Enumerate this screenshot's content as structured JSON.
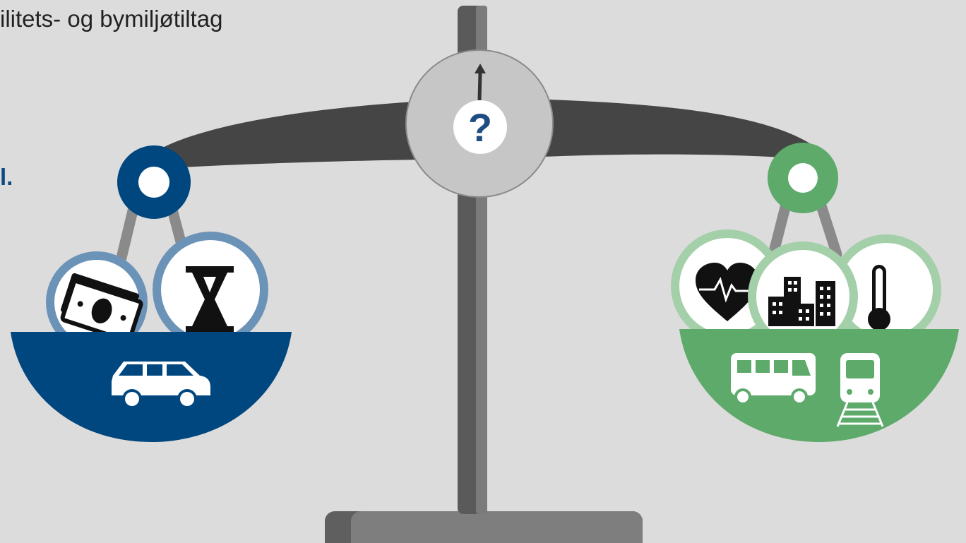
{
  "header": {
    "title_fragment": "ilitets- og bymiljøtiltag",
    "side_fragment": "l."
  },
  "scale": {
    "center_symbol": "?",
    "left_pan": {
      "label": "car side",
      "color": "#004780",
      "icons": [
        "money-icon",
        "hourglass-icon",
        "car-icon"
      ]
    },
    "right_pan": {
      "label": "public transport and environment side",
      "color": "#5daa6b",
      "icons": [
        "heart-pulse-icon",
        "buildings-icon",
        "thermometer-icon",
        "bus-icon",
        "train-icon"
      ]
    }
  },
  "colors": {
    "background": "#dcdcdc",
    "beam": "#454545",
    "post": "#7a7a7a",
    "dial": "#c8c8c8",
    "left": "#004780",
    "left_light": "#6b93b8",
    "right": "#5daa6b",
    "right_light": "#a3cfa9"
  }
}
